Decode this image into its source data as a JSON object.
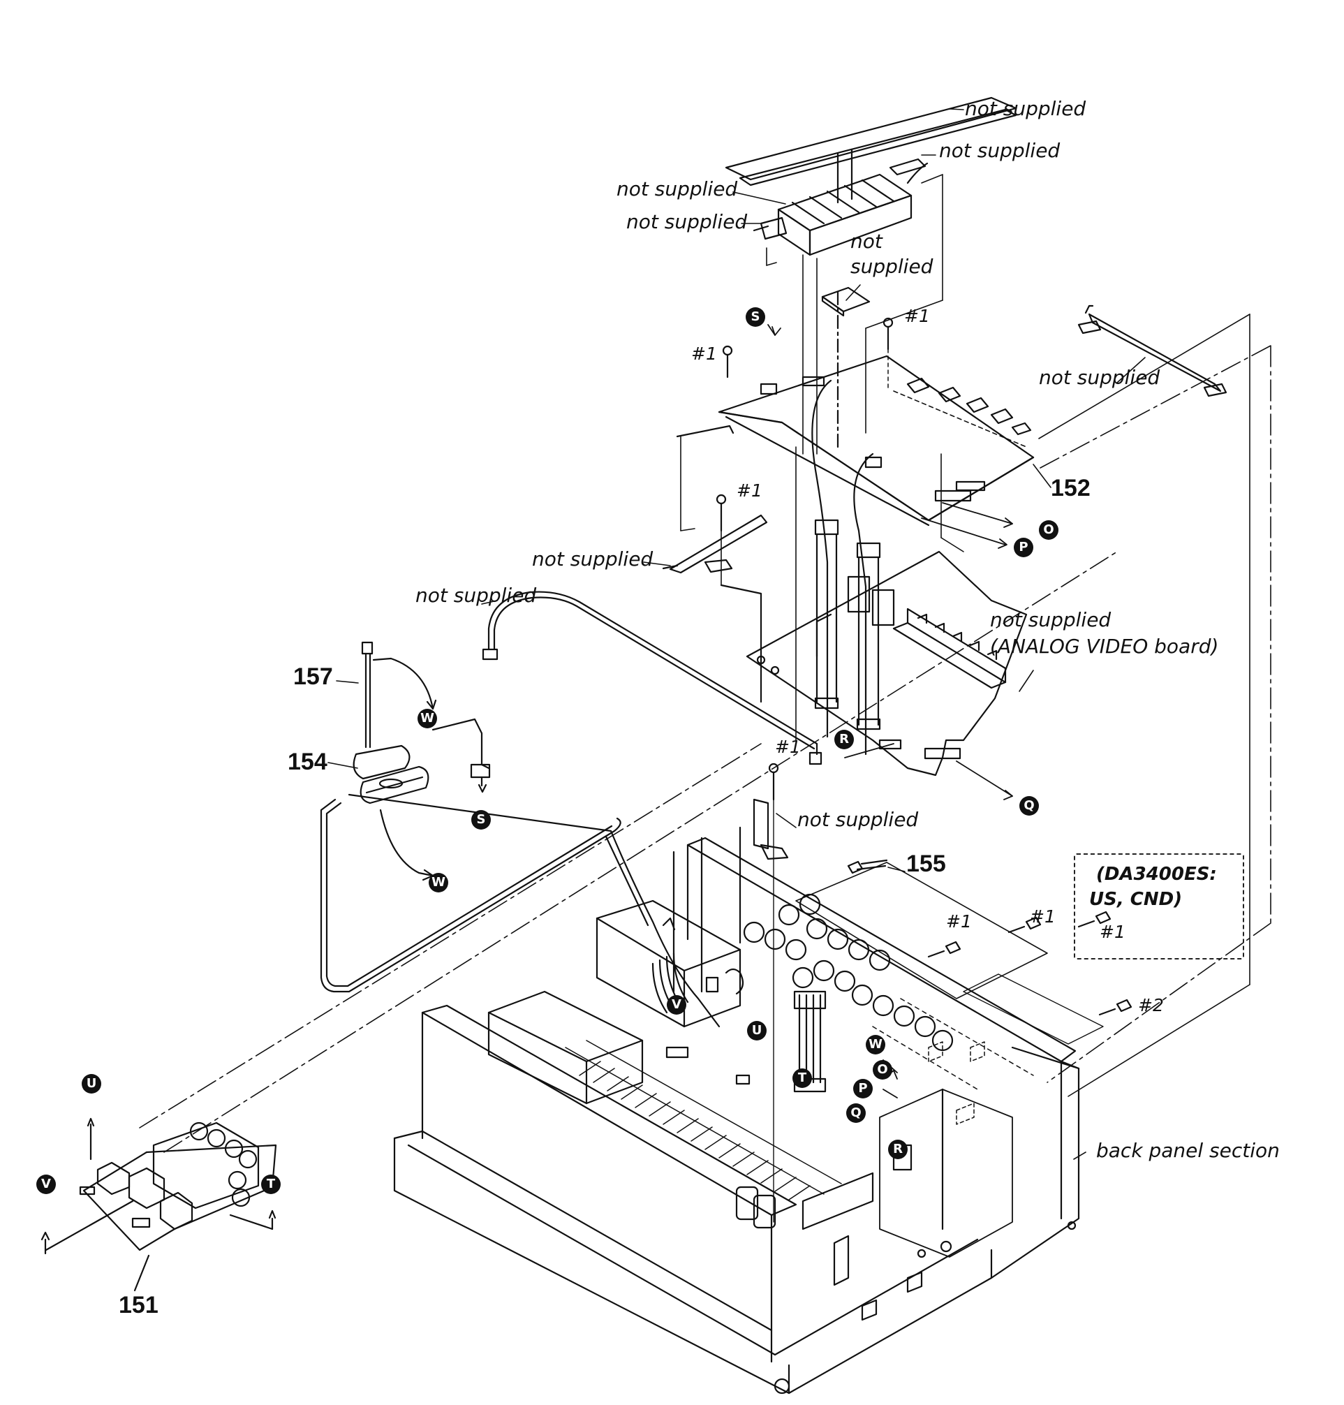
{
  "labels": {
    "not_supplied": "not supplied",
    "not_line1": "not",
    "not_line2": "supplied",
    "analog_line1": "not supplied",
    "analog_line2": "(ANALOG VIDEO board)",
    "back_panel": "back panel section",
    "model_note_line1": "(DA3400ES:",
    "model_note_line2": "US, CND)"
  },
  "screw_refs": {
    "s1": "#1",
    "s2": "#2"
  },
  "part_numbers": [
    "151",
    "152",
    "154",
    "155",
    "157"
  ],
  "markers": [
    "O",
    "P",
    "Q",
    "R",
    "S",
    "T",
    "U",
    "V",
    "W"
  ]
}
